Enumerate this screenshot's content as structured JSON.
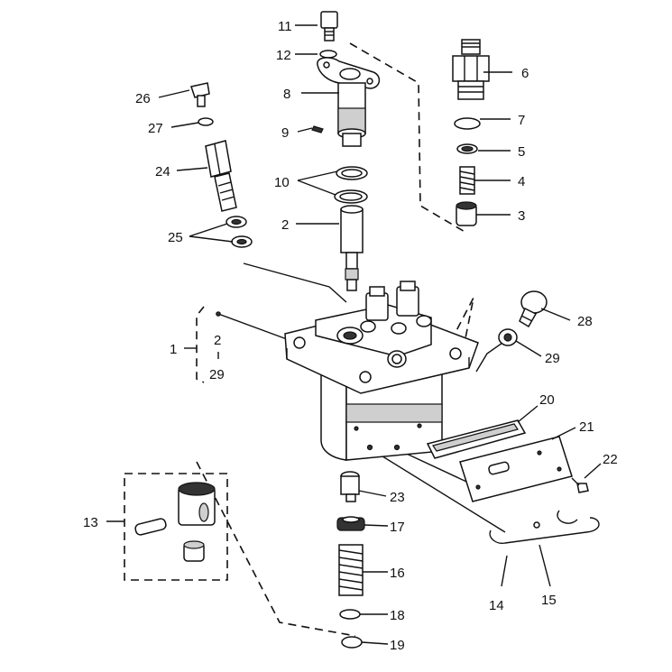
{
  "callouts": {
    "c1": "1",
    "c2a": "2",
    "c2b": "2",
    "c3": "3",
    "c4": "4",
    "c5": "5",
    "c6": "6",
    "c7": "7",
    "c8": "8",
    "c9": "9",
    "c10": "10",
    "c11": "11",
    "c12": "12",
    "c13": "13",
    "c14": "14",
    "c15": "15",
    "c16": "16",
    "c17": "17",
    "c18": "18",
    "c19": "19",
    "c20": "20",
    "c21": "21",
    "c22": "22",
    "c23": "23",
    "c24": "24",
    "c25": "25",
    "c26": "26",
    "c27": "27",
    "c28": "28",
    "c29a": "29",
    "c29b": "29"
  }
}
